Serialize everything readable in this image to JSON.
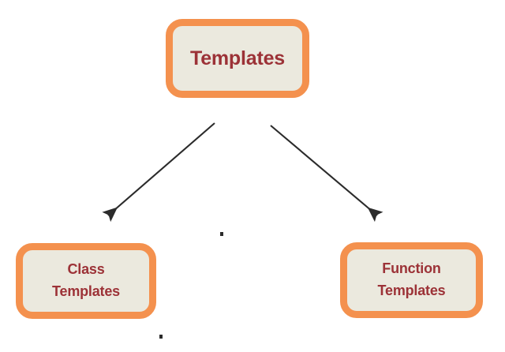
{
  "diagram": {
    "title": "Templates",
    "type": "hierarchy-tree",
    "background_color": "#ffffff",
    "node_fill_color": "#ebe9de",
    "node_border_color": "#f4914e",
    "node_text_color": "#9c3237",
    "connector_color": "#2b2b2b",
    "nodes": [
      {
        "id": "root",
        "label": "Templates",
        "level": 0
      },
      {
        "id": "class",
        "label": "Class\nTemplates",
        "level": 1
      },
      {
        "id": "function",
        "label": "Function\nTemplates",
        "level": 1
      }
    ],
    "edges": [
      {
        "id": "root-to-class",
        "from": "root",
        "to": "class",
        "arrowhead": "filled-triangle",
        "direction": "down-left"
      },
      {
        "id": "root-to-function",
        "from": "root",
        "to": "function",
        "arrowhead": "filled-triangle",
        "direction": "down-right"
      }
    ]
  }
}
